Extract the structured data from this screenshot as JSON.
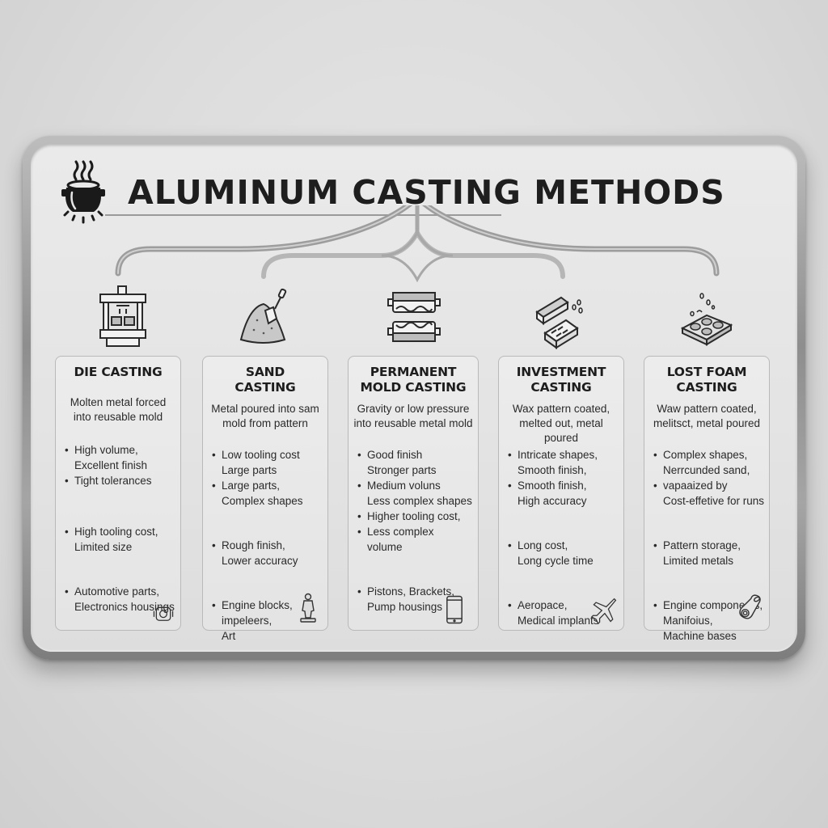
{
  "header": {
    "title": "ALUMINUM CASTING METHODS",
    "icon": "cauldron-icon"
  },
  "methods": [
    {
      "title": "DIE CASTING",
      "icon": "die-casting-press-icon",
      "description": "Molten metal forced into reusable mold",
      "advantages": [
        "High volume,\nExcellent finish",
        "Tight tolerances"
      ],
      "disadvantages": [
        "High tooling cost,\nLimited size"
      ],
      "applications": [
        "Automotive parts,\nElectronics housings"
      ],
      "application_icon": "electronics-housing-icon"
    },
    {
      "title": "SAND CASTING",
      "icon": "sand-pile-shovel-icon",
      "description": "Metal poured into sam mold from pattern",
      "advantages": [
        "Low tooling cost\nLarge parts",
        "Large parts,\nComplex shapes"
      ],
      "disadvantages": [
        "Rough finish,\nLower accuracy"
      ],
      "applications": [
        "Engine blocks,\nimpeleers,\nArt"
      ],
      "application_icon": "statue-icon"
    },
    {
      "title": "PERMANENT MOLD CASTING",
      "icon": "metal-mold-halves-icon",
      "description": "Gravity or low pressure into reusable metal mold",
      "advantages": [
        "Good finish\nStronger parts",
        "Medium voluns\nLess complex shapes",
        "Higher tooling cost,",
        "Less complex\nvolume"
      ],
      "disadvantages": [],
      "applications": [
        "Pistons, Brackets,\nPump housings"
      ],
      "application_icon": "phone-icon"
    },
    {
      "title": "INVESTMENT CASTING",
      "icon": "wax-pattern-mold-icon",
      "description": "Wax pattern coated, melted out, metal poured",
      "advantages": [
        "Intricate shapes,\nSmooth finish,",
        "Smooth finish,\nHigh accuracy"
      ],
      "disadvantages": [
        "Long cost,\nLong cycle time"
      ],
      "applications": [
        "Aeropace,\nMedical implants"
      ],
      "application_icon": "airplane-icon"
    },
    {
      "title": "LOST FOAM CASTING",
      "icon": "foam-pattern-tray-icon",
      "description": "Waw pattern coated, melitsct, metal poured",
      "advantages": [
        "Complex shapes,\nNerrcunded sand,",
        "vapaaized by\nCost-effetive for runs"
      ],
      "disadvantages": [
        "Pattern storage,\nLimited metals"
      ],
      "applications": [
        "Engine components,\nManifoius,\nMachine bases"
      ],
      "application_icon": "manifold-icon"
    }
  ],
  "colors": {
    "text": "#1d1d1d",
    "frame": "#8e8e8e",
    "panel": "#e6e6e6",
    "card_border": "#b9b9b9"
  }
}
